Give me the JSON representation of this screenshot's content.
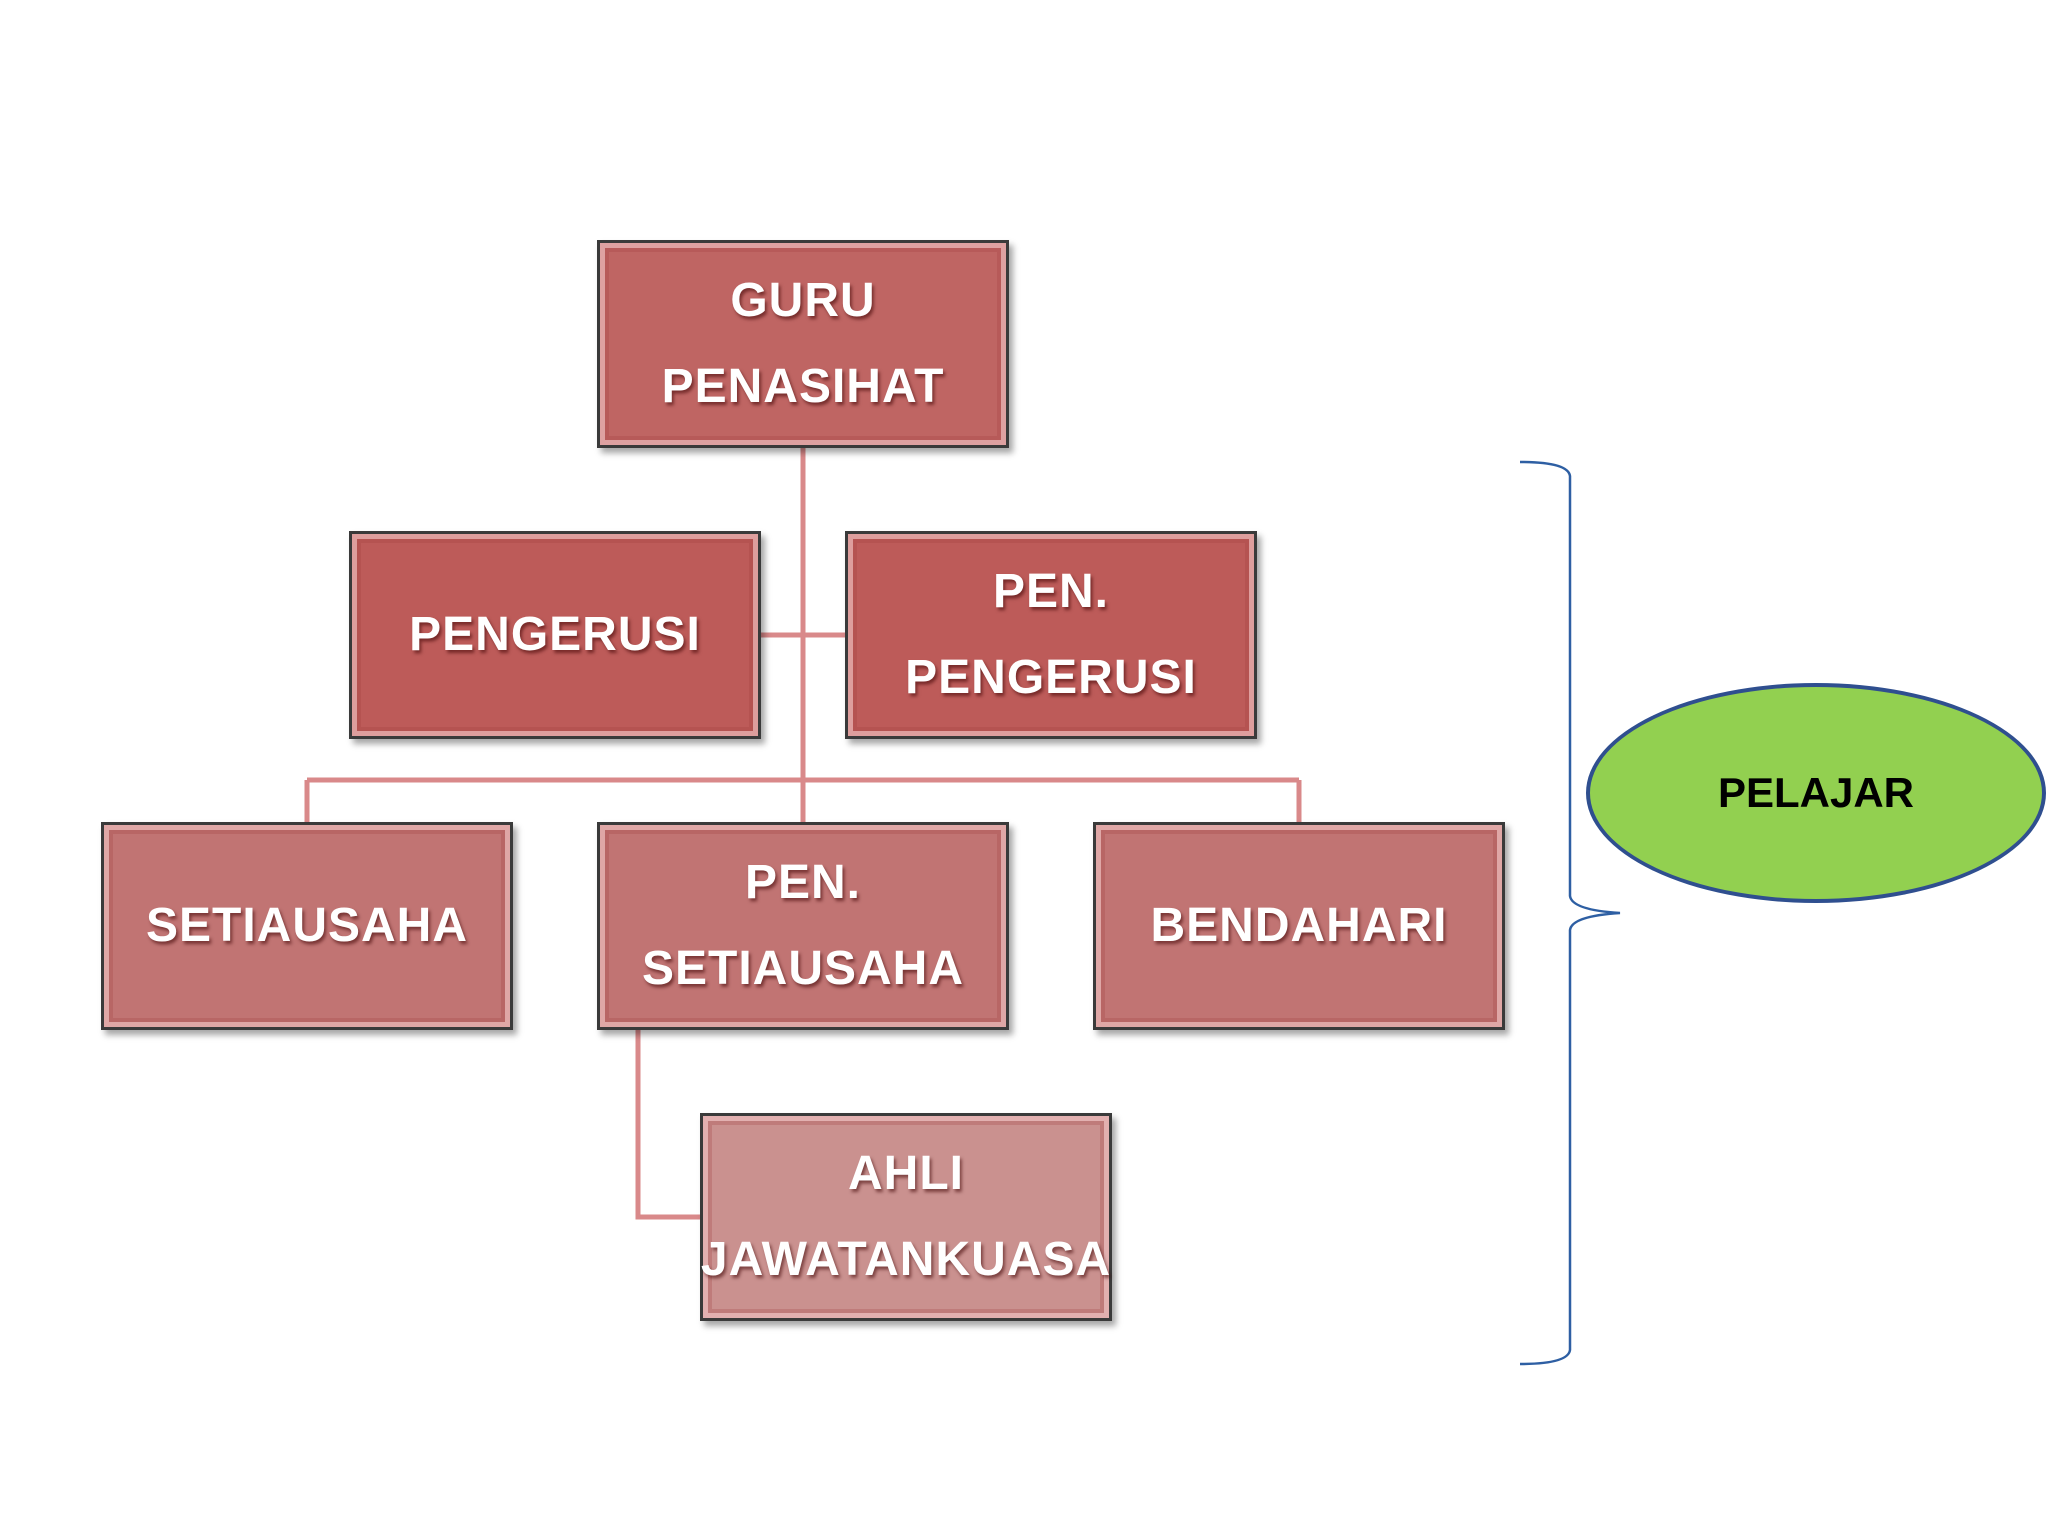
{
  "diagram": {
    "nodes": [
      {
        "id": "guru",
        "label": "GURU\nPENASIHAT",
        "color": "#bf6563"
      },
      {
        "id": "pengerusi",
        "label": "PENGERUSI",
        "color": "#bd5b59"
      },
      {
        "id": "pen_pengerusi",
        "label": "PEN. PENGERUSI",
        "color": "#bd5b59"
      },
      {
        "id": "setiausaha",
        "label": "SETIAUSAHA",
        "color": "#c17473"
      },
      {
        "id": "pen_setiausaha",
        "label": "PEN.\nSETIAUSAHA",
        "color": "#c17473"
      },
      {
        "id": "bendahari",
        "label": "BENDAHARI",
        "color": "#c17473"
      },
      {
        "id": "ahli",
        "label": "AHLI\nJAWATANKUASA",
        "color": "#ca918f"
      }
    ],
    "connector_color": "#d9898a",
    "bracket_color": "#2e5fa3",
    "group": {
      "label": "PELAJAR",
      "fill": "#92d050",
      "border": "#2f4f8f"
    }
  }
}
